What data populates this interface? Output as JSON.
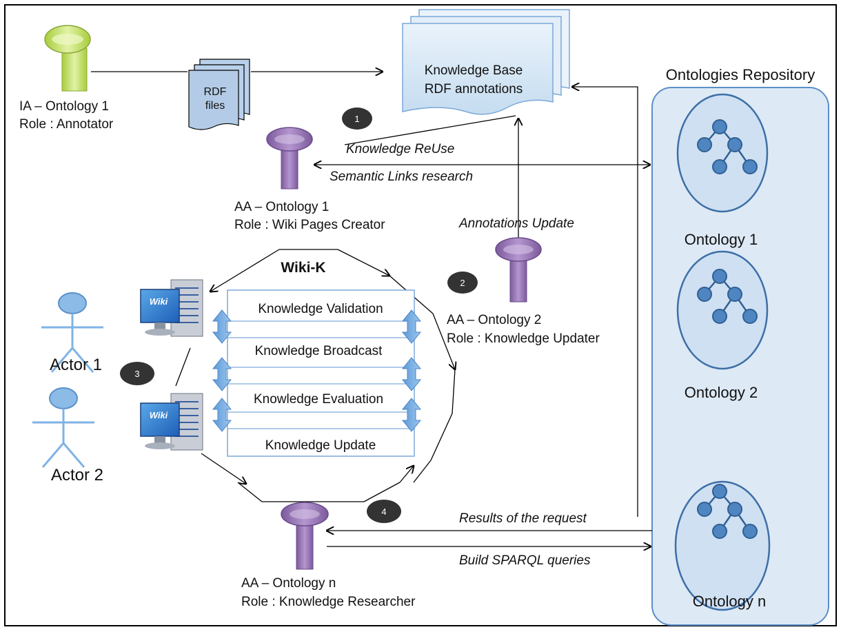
{
  "agents": {
    "ia": {
      "line1": "IA – Ontology 1",
      "line2": "Role :  Annotator"
    },
    "aa1": {
      "line1": "AA – Ontology 1",
      "line2": "Role : Wiki Pages Creator"
    },
    "aa2": {
      "line1": "AA – Ontology 2",
      "line2": "Role : Knowledge Updater"
    },
    "aan": {
      "line1": "AA – Ontology n",
      "line2": "Role : Knowledge Researcher"
    }
  },
  "rdf_files": {
    "line1": "RDF",
    "line2": "files"
  },
  "knowledge_base": {
    "line1": "Knowledge Base",
    "line2": "RDF annotations"
  },
  "repository": {
    "title": "Ontologies Repository",
    "ontologies": [
      "Ontology 1",
      "Ontology 2",
      "Ontology n"
    ]
  },
  "wiki": {
    "title": "Wiki-K",
    "server_label": "Wiki",
    "processes": [
      "Knowledge Validation",
      "Knowledge Broadcast",
      "Knowledge Evaluation",
      "Knowledge Update"
    ]
  },
  "actors": [
    "Actor 1",
    "Actor 2"
  ],
  "steps": [
    "1",
    "2",
    "3",
    "4"
  ],
  "flows": {
    "reuse": "Knowledge ReUse",
    "semantic": "Semantic Links research",
    "annotations_update": "Annotations Update",
    "results": "Results of the request",
    "sparql": "Build SPARQL queries"
  },
  "colors": {
    "ia_agent": "#c6e26e",
    "aa_agent": "#9b76b7",
    "blue_fill": "#bdd7ee",
    "node_fill": "#4f86c1",
    "actor": "#7fb3e5",
    "step_badge": "#333333"
  }
}
